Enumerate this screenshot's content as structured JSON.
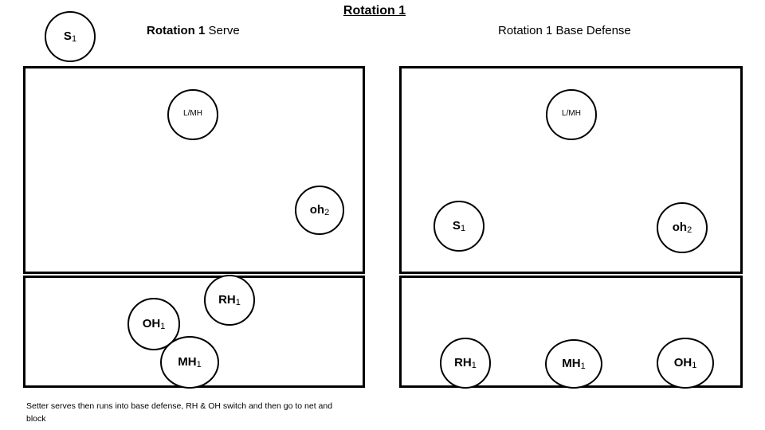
{
  "title": "Rotation 1",
  "colors": {
    "ink": "#000000",
    "background": "#ffffff"
  },
  "server_indicator": {
    "text": "S",
    "sub": "1"
  },
  "serve_panel": {
    "heading_bold": "Rotation 1",
    "heading_rest": " Serve",
    "players": [
      {
        "name": "L/MH",
        "text": "L/MH",
        "sub": ""
      },
      {
        "name": "oh2",
        "text": "oh",
        "sub": "2"
      },
      {
        "name": "RH1",
        "text": "RH",
        "sub": "1"
      },
      {
        "name": "OH1",
        "text": "OH",
        "sub": "1"
      },
      {
        "name": "MH1",
        "text": "MH",
        "sub": "1"
      }
    ]
  },
  "base_panel": {
    "heading": "Rotation 1 Base Defense",
    "players": [
      {
        "name": "L/MH",
        "text": "L/MH",
        "sub": ""
      },
      {
        "name": "S1",
        "text": "S",
        "sub": "1"
      },
      {
        "name": "oh2",
        "text": "oh",
        "sub": "2"
      },
      {
        "name": "RH1",
        "text": "RH",
        "sub": "1"
      },
      {
        "name": "MH1",
        "text": "MH",
        "sub": "1"
      },
      {
        "name": "OH1",
        "text": "OH",
        "sub": "1"
      }
    ]
  },
  "caption_lines": [
    "Setter serves then runs into base defense, RH & OH switch and then go to net and",
    "block"
  ]
}
